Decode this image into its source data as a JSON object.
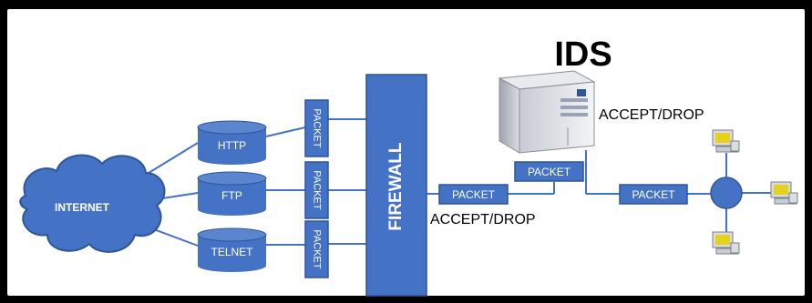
{
  "labels": {
    "title": "IDS",
    "internet": "INTERNET",
    "http": "HTTP",
    "ftp": "FTP",
    "telnet": "TELNET",
    "packet": "PACKET",
    "firewall": "FIREWALL",
    "accept_drop": "ACCEPT/DROP"
  },
  "colors": {
    "primary_blue": "#4472c4",
    "stroke_blue": "#2f5597",
    "monitor_yellow": "#e6d21a",
    "black": "#000000",
    "white": "#ffffff"
  },
  "icons": {
    "server": "server-tower-icon",
    "computer": "desktop-computer-icon",
    "hub": "network-hub-icon",
    "cloud": "internet-cloud-icon",
    "database": "cylinder-service-icon"
  }
}
